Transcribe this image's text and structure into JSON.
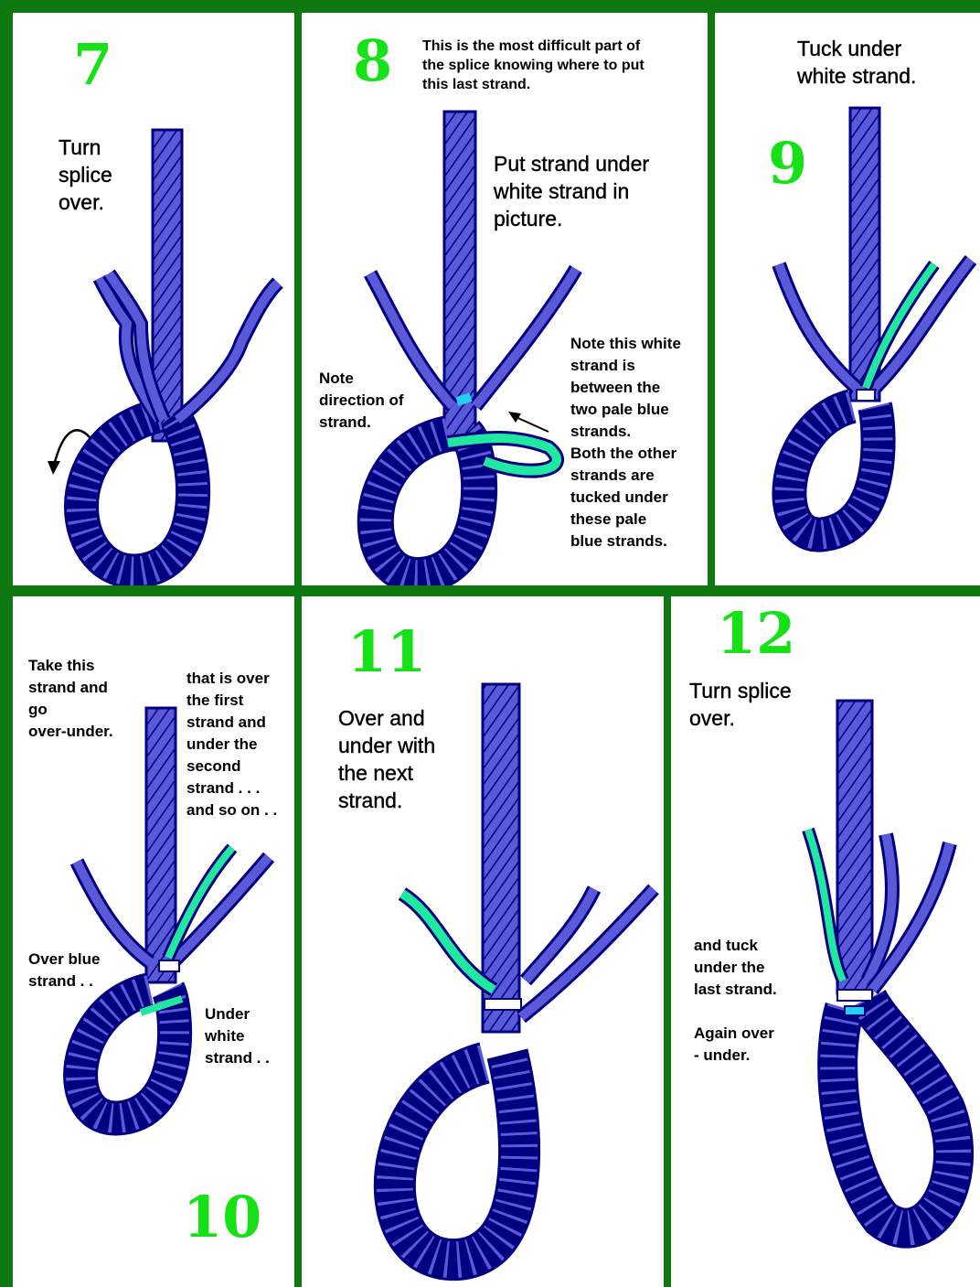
{
  "colors": {
    "frame": "#107810",
    "rope": "#5a5ad8",
    "outline": "#000080",
    "pale_blue": "#20d0f0",
    "white_strand": "#ffffff",
    "green_strand": "#20e8a0",
    "step_number": "#16e016"
  },
  "panels": [
    {
      "step": "7",
      "texts": [
        "Turn\nsplice\nover."
      ]
    },
    {
      "step": "8",
      "texts": [
        "This is the most difficult part of\nthe splice knowing where to put\nthis last strand.",
        "Put strand under\nwhite strand in\npicture.",
        "Note\ndirection of\nstrand.",
        "Note this white\nstrand is\nbetween the\ntwo pale blue\nstrands.\nBoth the other\nstrands are\ntucked under\nthese  pale\nblue strands."
      ]
    },
    {
      "step": "9",
      "texts": [
        "Tuck under\nwhite strand."
      ]
    },
    {
      "step": "10",
      "texts": [
        "Take this\nstrand and\ngo\nover-under.",
        "that is over\nthe first\nstrand and\nunder the\nsecond\nstrand . . .\nand so on . .",
        "Over blue\nstrand . .",
        "Under\nwhite\nstrand . ."
      ]
    },
    {
      "step": "11",
      "texts": [
        "Over and\nunder with\nthe next\nstrand."
      ]
    },
    {
      "step": "12",
      "texts": [
        "Turn splice\nover.",
        "and tuck\nunder the\nlast strand.\n\nAgain over\n- under."
      ]
    }
  ]
}
